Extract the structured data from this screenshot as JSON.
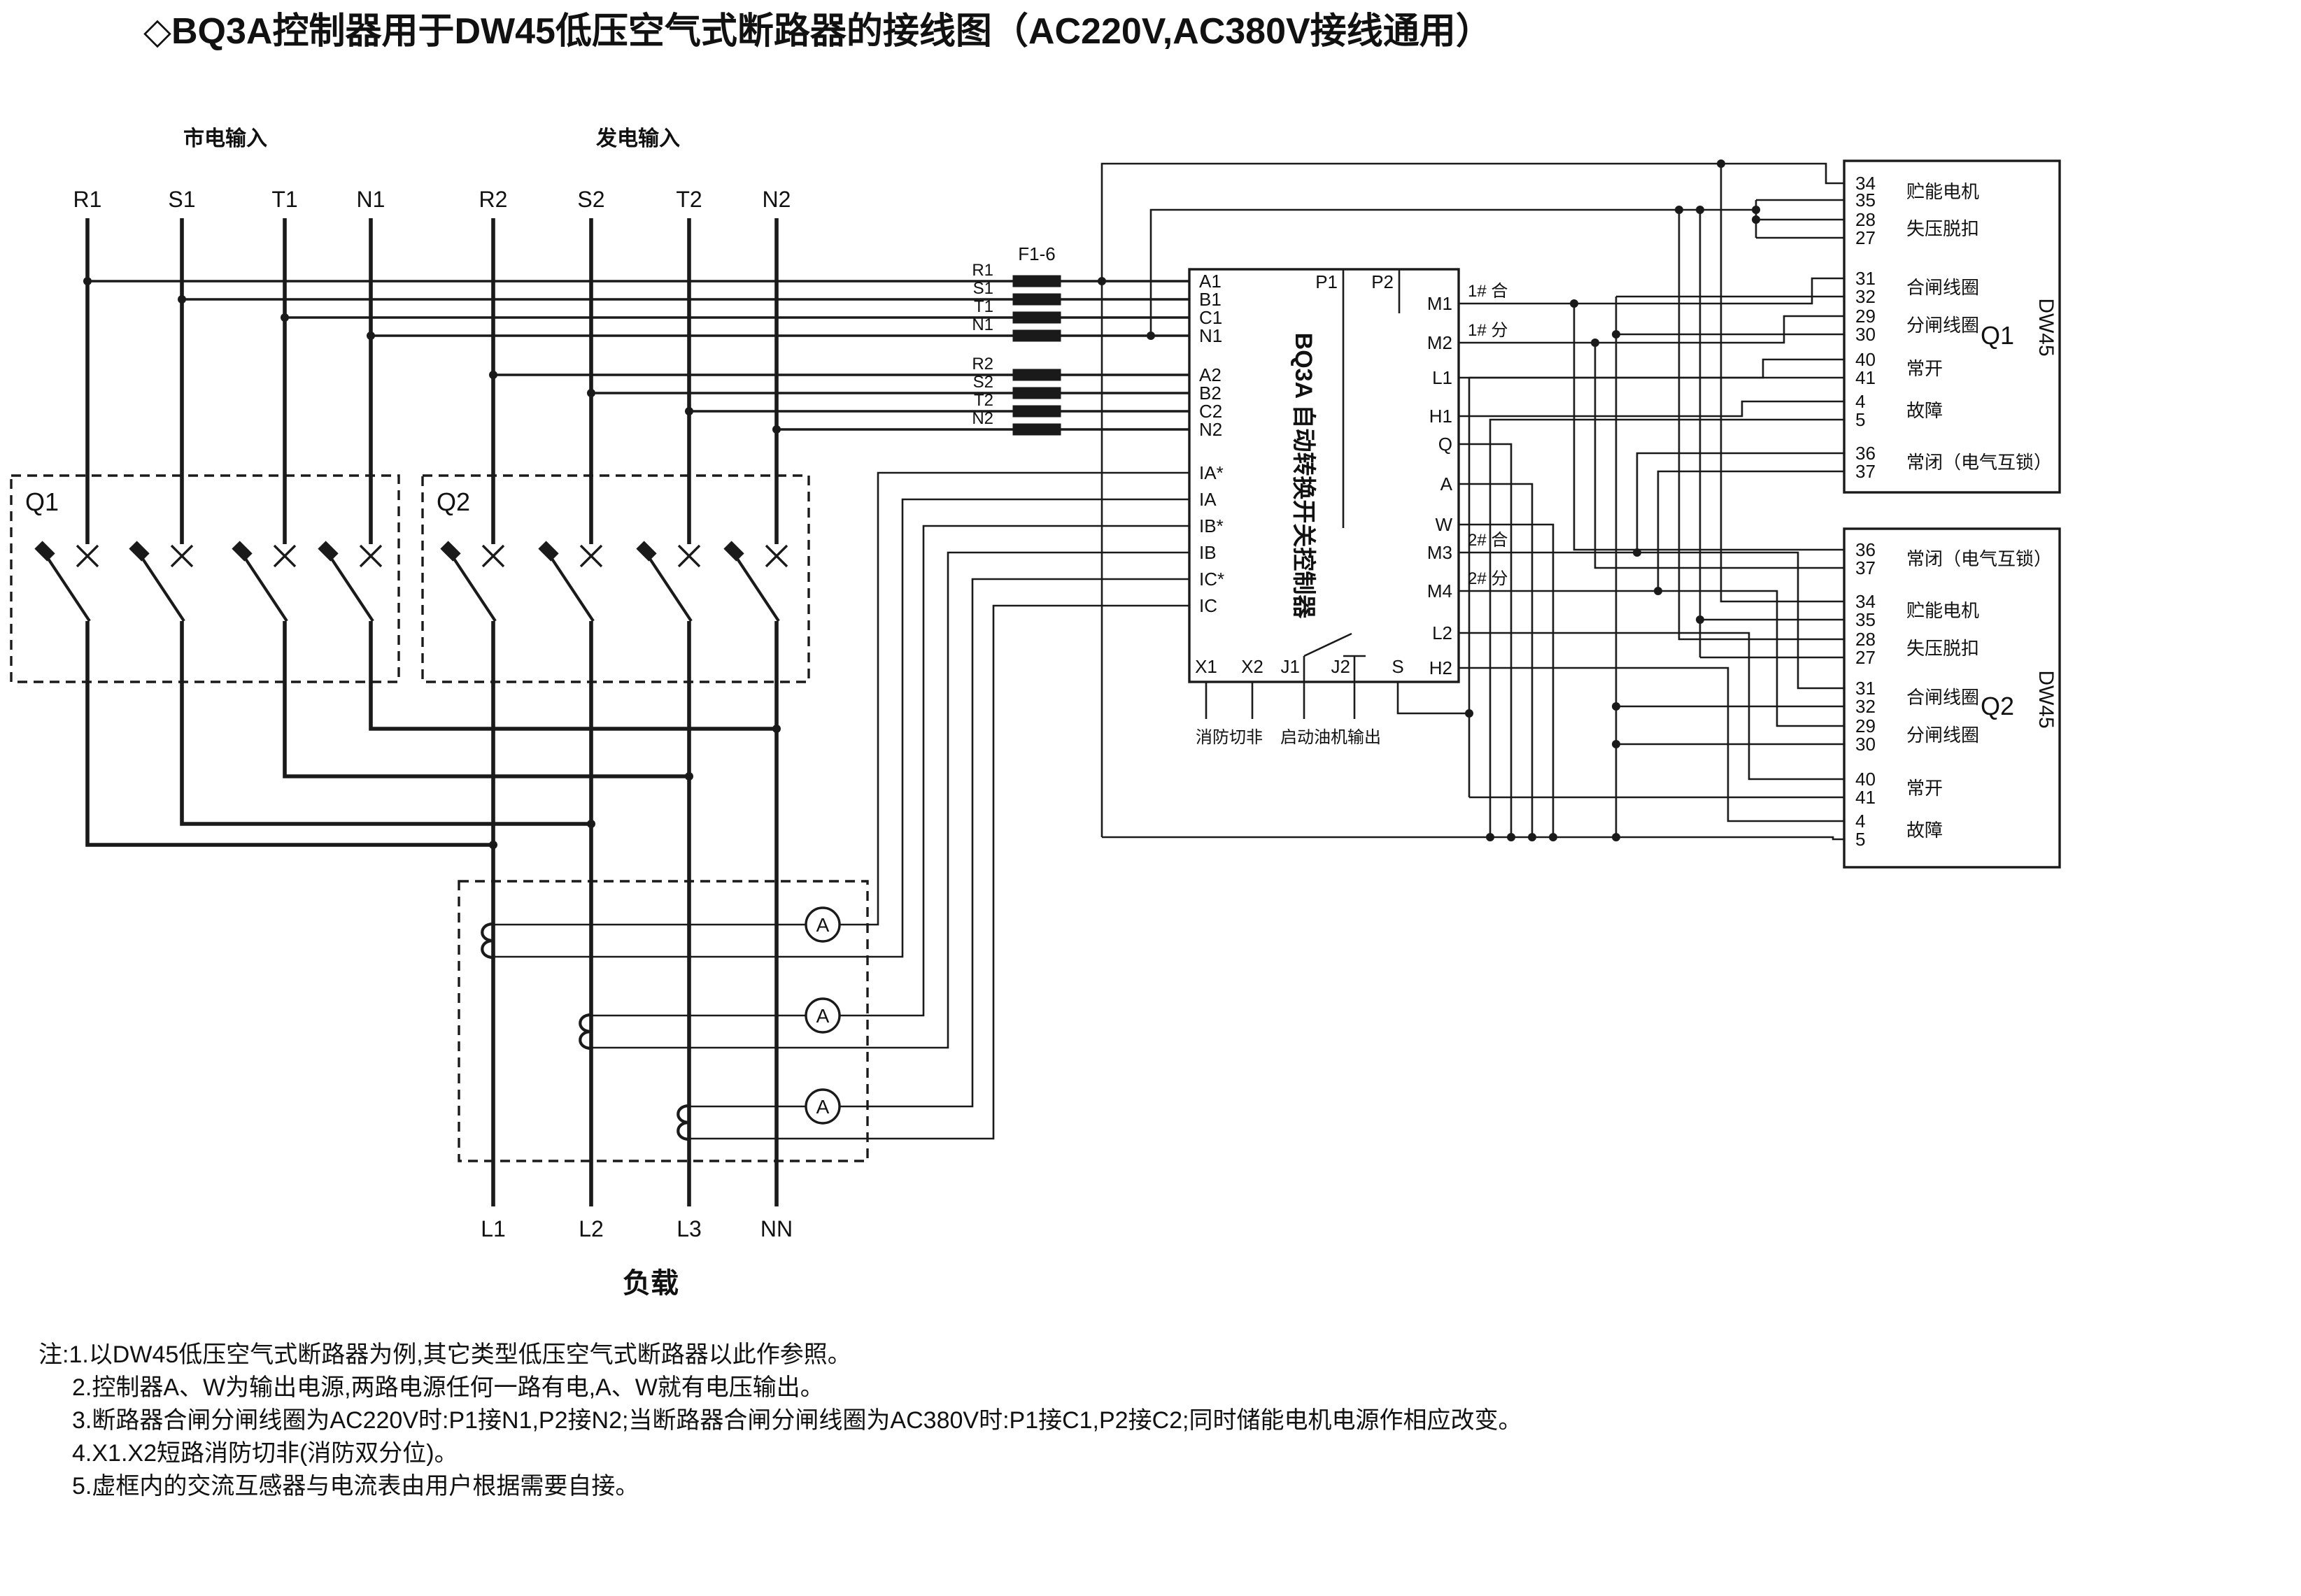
{
  "title": "◇BQ3A控制器用于DW45低压空气式断路器的接线图（AC220V,AC380V接线通用）",
  "colors": {
    "line": "#1a1a1a",
    "background": "#ffffff"
  },
  "sources": {
    "mains_label": "市电输入",
    "gen_label": "发电输入",
    "mains_phases": [
      "R1",
      "S1",
      "T1",
      "N1"
    ],
    "gen_phases": [
      "R2",
      "S2",
      "T2",
      "N2"
    ]
  },
  "breakers": {
    "q1": "Q1",
    "q2": "Q2"
  },
  "fuses": {
    "label": "F1-6",
    "rows": [
      "R1",
      "S1",
      "T1",
      "N1",
      "R2",
      "S2",
      "T2",
      "N2"
    ]
  },
  "controller": {
    "name": "BQ3A 自动转换开关控制器",
    "left_terminals": [
      "A1",
      "B1",
      "C1",
      "N1",
      "A2",
      "B2",
      "C2",
      "N2",
      "IA*",
      "IA",
      "IB*",
      "IB",
      "IC*",
      "IC"
    ],
    "top_terminals": [
      "P1",
      "P2"
    ],
    "right_terminals": [
      "M1",
      "M2",
      "L1",
      "H1",
      "Q",
      "A",
      "W",
      "M3",
      "M4",
      "L2",
      "H2"
    ],
    "right_annotations": [
      "1# 合",
      "1# 分",
      "2# 合",
      "2# 分"
    ],
    "bottom_terminals": [
      "X1",
      "X2",
      "J1",
      "J2",
      "S"
    ],
    "bottom_labels": [
      "消防切非",
      "启动油机输出"
    ]
  },
  "dw45_q1": {
    "terminals": [
      "34",
      "35",
      "28",
      "27",
      "31",
      "32",
      "29",
      "30",
      "40",
      "41",
      "4",
      "5",
      "36",
      "37"
    ],
    "groups": [
      "贮能电机",
      "失压脱扣",
      "合闸线圈",
      "分闸线圈",
      "常开",
      "故障",
      "常闭（电气互锁）"
    ],
    "name": "Q1",
    "model": "DW45"
  },
  "dw45_q2": {
    "terminals": [
      "36",
      "37",
      "34",
      "35",
      "28",
      "27",
      "31",
      "32",
      "29",
      "30",
      "40",
      "41",
      "4",
      "5"
    ],
    "groups": [
      "常闭（电气互锁）",
      "贮能电机",
      "失压脱扣",
      "合闸线圈",
      "分闸线圈",
      "常开",
      "故障"
    ],
    "name": "Q2",
    "model": "DW45"
  },
  "meters": {
    "ammeter": "A"
  },
  "load": {
    "lines": [
      "L1",
      "L2",
      "L3",
      "NN"
    ],
    "label": "负载"
  },
  "notes": [
    "注:1.以DW45低压空气式断路器为例,其它类型低压空气式断路器以此作参照。",
    "2.控制器A、W为输出电源,两路电源任何一路有电,A、W就有电压输出。",
    "3.断路器合闸分闸线圈为AC220V时:P1接N1,P2接N2;当断路器合闸分闸线圈为AC380V时:P1接C1,P2接C2;同时储能电机电源作相应改变。",
    "4.X1.X2短路消防切非(消防双分位)。",
    "5.虚框内的交流互感器与电流表由用户根据需要自接。"
  ]
}
